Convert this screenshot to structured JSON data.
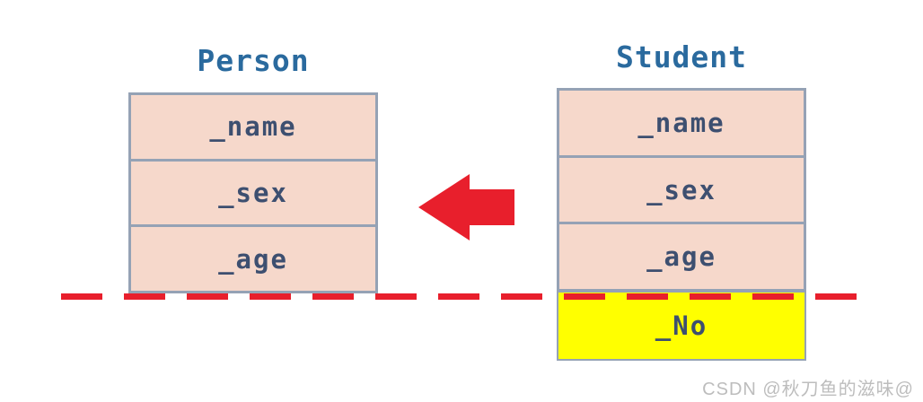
{
  "diagram": {
    "topic": "object-slicing",
    "person": {
      "title": "Person",
      "members": [
        {
          "label": "_name"
        },
        {
          "label": "_sex"
        },
        {
          "label": "_age"
        }
      ]
    },
    "student": {
      "title": "Student",
      "members": [
        {
          "label": "_name"
        },
        {
          "label": "_sex"
        },
        {
          "label": "_age"
        }
      ],
      "sliced_member": {
        "label": "_No"
      }
    },
    "arrow": {
      "direction": "left"
    },
    "slice_line": {
      "style": "dashed"
    }
  },
  "colors": {
    "member_fill": "#f6d8cb",
    "sliced_fill": "#ffff00",
    "box_border": "#95a2b5",
    "title_text": "#2a6a9e",
    "member_text": "#3d4f70",
    "accent_red": "#e81f2c",
    "watermark_text": "#bdbdbd"
  },
  "watermark": {
    "text": "CSDN @秋刀鱼的滋味@"
  }
}
